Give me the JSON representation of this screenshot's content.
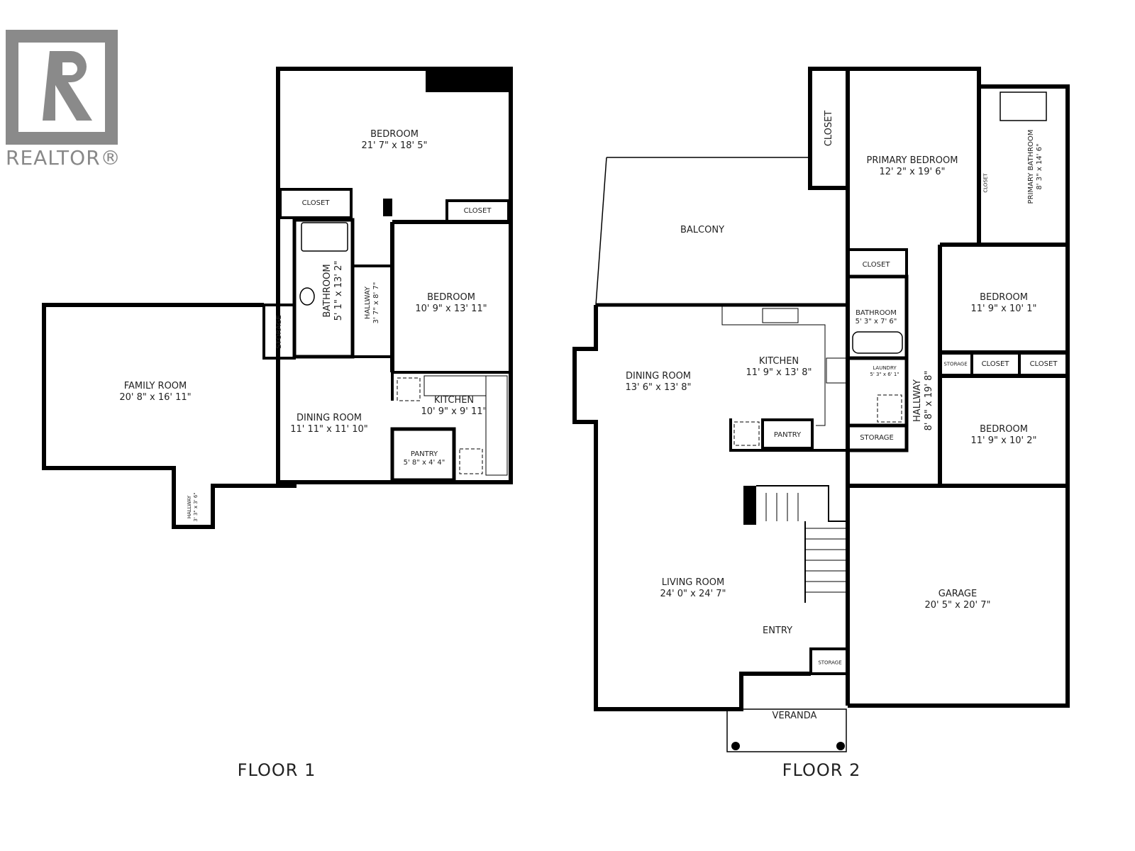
{
  "logo": {
    "text": "REALTOR®",
    "color": "#8a8a8a"
  },
  "floor1": {
    "title": "FLOOR 1",
    "rooms": [
      {
        "name": "BEDROOM",
        "dims": "21' 7\" x 18' 5\""
      },
      {
        "name": "CLOSET",
        "dims": ""
      },
      {
        "name": "CLOSET",
        "dims": ""
      },
      {
        "name": "BATHROOM",
        "dims": "5' 1\" x 13' 2\""
      },
      {
        "name": "HALLWAY",
        "dims": "3' 7\" x 8' 7\""
      },
      {
        "name": "BEDROOM",
        "dims": "10' 9\" x 13' 11\""
      },
      {
        "name": "STORAGE",
        "dims": ""
      },
      {
        "name": "FAMILY ROOM",
        "dims": "20' 8\" x 16' 11\""
      },
      {
        "name": "DINING ROOM",
        "dims": "11' 11\" x 11' 10\""
      },
      {
        "name": "KITCHEN",
        "dims": "10' 9\" x 9' 11\""
      },
      {
        "name": "PANTRY",
        "dims": "5' 8\" x 4' 4\""
      },
      {
        "name": "HALLWAY",
        "dims": "3' 3\" x 3' 6\""
      }
    ]
  },
  "floor2": {
    "title": "FLOOR 2",
    "rooms": [
      {
        "name": "CLOSET",
        "dims": ""
      },
      {
        "name": "PRIMARY BEDROOM",
        "dims": "12' 2\" x 19' 6\""
      },
      {
        "name": "PRIMARY BATHROOM",
        "dims": "8' 3\" x 14' 6\""
      },
      {
        "name": "CLOSET",
        "dims": ""
      },
      {
        "name": "BALCONY",
        "dims": ""
      },
      {
        "name": "CLOSET",
        "dims": ""
      },
      {
        "name": "BEDROOM",
        "dims": "11' 9\" x 10' 1\""
      },
      {
        "name": "BATHROOM",
        "dims": "5' 3\" x 7' 6\""
      },
      {
        "name": "DINING ROOM",
        "dims": "13' 6\" x 13' 8\""
      },
      {
        "name": "KITCHEN",
        "dims": "11' 9\" x 13' 8\""
      },
      {
        "name": "LAUNDRY",
        "dims": "5' 3\" x 6' 1\""
      },
      {
        "name": "STORAGE",
        "dims": ""
      },
      {
        "name": "CLOSET",
        "dims": ""
      },
      {
        "name": "CLOSET",
        "dims": ""
      },
      {
        "name": "HALLWAY",
        "dims": "8' 8\" x 19' 8\""
      },
      {
        "name": "PANTRY",
        "dims": ""
      },
      {
        "name": "STORAGE",
        "dims": ""
      },
      {
        "name": "BEDROOM",
        "dims": "11' 9\" x 10' 2\""
      },
      {
        "name": "LIVING ROOM",
        "dims": "24' 0\" x 24' 7\""
      },
      {
        "name": "GARAGE",
        "dims": "20' 5\" x 20' 7\""
      },
      {
        "name": "ENTRY",
        "dims": ""
      },
      {
        "name": "STORAGE",
        "dims": ""
      },
      {
        "name": "VERANDA",
        "dims": ""
      }
    ]
  }
}
